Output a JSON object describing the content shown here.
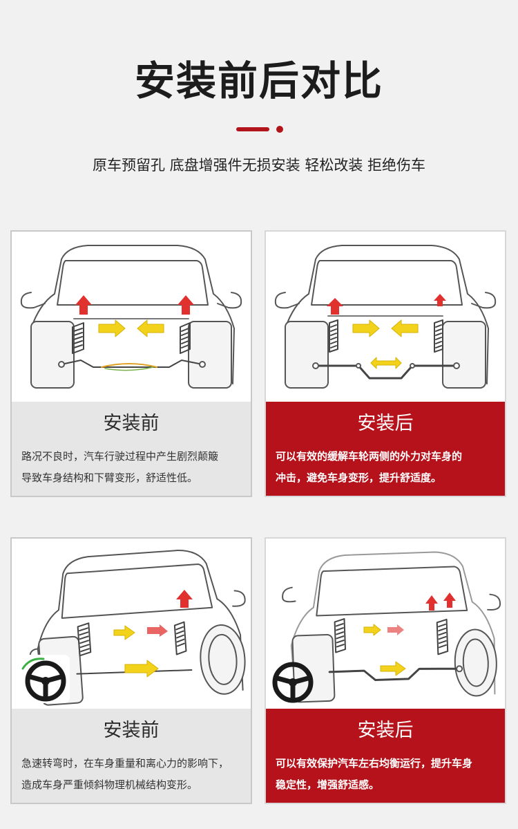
{
  "title": "安装前后对比",
  "subtitle": "原车预留孔  底盘增强件无损安装  轻松改装  拒绝伤车",
  "cards": [
    {
      "heading": "安装前",
      "lines": [
        "路况不良时，汽车行驶过程中产生剧烈颠簸",
        "导致车身结构和下臂变形，舒适性低。"
      ]
    },
    {
      "heading": "安装后",
      "lines": [
        "可以有效的缓解车轮两侧的外力对车身的",
        "冲击，避免车身变形，提升舒适度。"
      ]
    },
    {
      "heading": "安装前",
      "lines": [
        "急速转弯时，在车身重量和离心力的影响下，",
        "造成车身严重倾斜物理机械结构变形。"
      ]
    },
    {
      "heading": "安装后",
      "lines": [
        "可以有效保护汽车左右均衡运行，提升车身",
        "稳定性，增强舒适感。"
      ]
    }
  ],
  "colors": {
    "accent": "#b5121b",
    "panel_before": "#e6e6e6",
    "arrow_yellow": "#f2d21b",
    "arrow_red": "#e0312f"
  },
  "icons": [
    "steering-wheel-icon"
  ]
}
